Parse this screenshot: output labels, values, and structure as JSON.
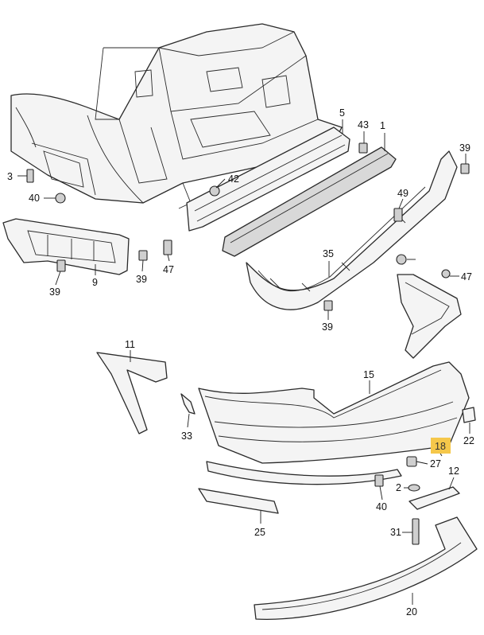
{
  "callouts": [
    {
      "id": "c1",
      "text": "1"
    },
    {
      "id": "c2",
      "text": "2"
    },
    {
      "id": "c3",
      "text": "3"
    },
    {
      "id": "c5",
      "text": "5"
    },
    {
      "id": "c9",
      "text": "9"
    },
    {
      "id": "c11",
      "text": "11"
    },
    {
      "id": "c12",
      "text": "12"
    },
    {
      "id": "c15",
      "text": "15"
    },
    {
      "id": "c18",
      "text": "18",
      "highlighted": true
    },
    {
      "id": "c20",
      "text": "20"
    },
    {
      "id": "c22",
      "text": "22"
    },
    {
      "id": "c25",
      "text": "25"
    },
    {
      "id": "c27",
      "text": "27"
    },
    {
      "id": "c31",
      "text": "31"
    },
    {
      "id": "c33",
      "text": "33"
    },
    {
      "id": "c35",
      "text": "35"
    },
    {
      "id": "c39a",
      "text": "39"
    },
    {
      "id": "c39b",
      "text": "39"
    },
    {
      "id": "c39c",
      "text": "39"
    },
    {
      "id": "c39d",
      "text": "39"
    },
    {
      "id": "c40a",
      "text": "40"
    },
    {
      "id": "c40b",
      "text": "40"
    },
    {
      "id": "c42",
      "text": "42"
    },
    {
      "id": "c43",
      "text": "43"
    },
    {
      "id": "c47a",
      "text": "47"
    },
    {
      "id": "c47b",
      "text": "47"
    },
    {
      "id": "c49",
      "text": "49"
    }
  ],
  "colors": {
    "highlight": "#f5c74a",
    "line": "#2a2a2a"
  }
}
